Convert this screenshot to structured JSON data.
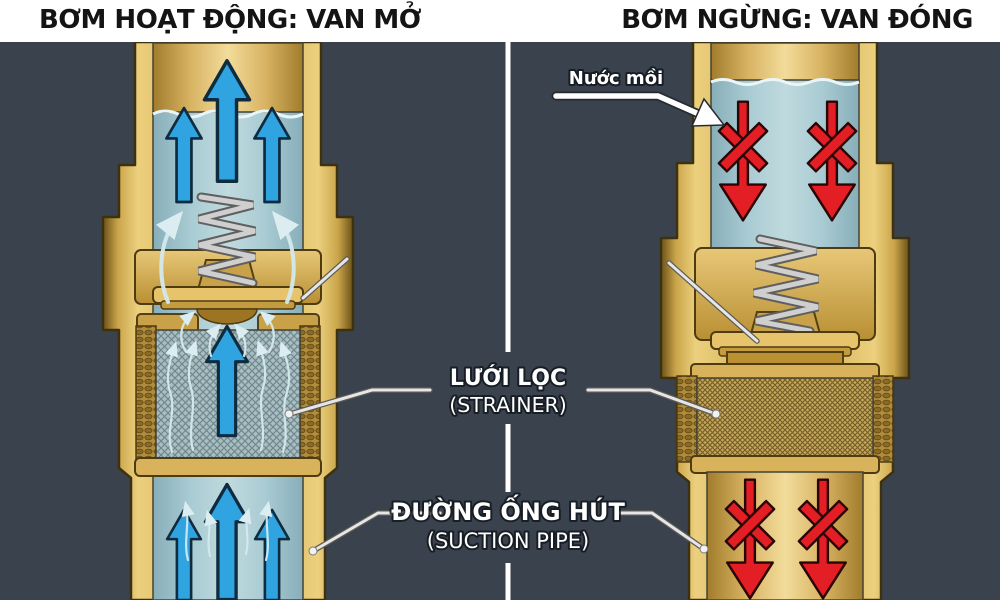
{
  "titles": {
    "left": "BƠM HOẠT ĐỘNG: VAN MỞ",
    "right": "BƠM NGỪNG: VAN ĐÓNG"
  },
  "labels": {
    "priming_water": "Nước mồi",
    "strainer_vi": "LƯỚI LỌC",
    "strainer_en": "(STRAINER)",
    "suction_pipe_vi": "ĐƯỜNG ỐNG HÚT",
    "suction_pipe_en": "(SUCTION PIPE)"
  },
  "colors": {
    "background": "#3a424e",
    "title_bar_bg": "#ffffff",
    "title_text": "#141414",
    "label_text": "#ffffff",
    "divider": "#ffffff",
    "brass_light": "#f0d488",
    "brass_mid": "#c89f43",
    "brass_dark": "#6b5118",
    "water": "#a9cbd3",
    "flow_open_arrow": "#2fa4e1",
    "flow_blocked_arrow": "#e41e25",
    "spring_metal": "#cfcfcf",
    "leader_line": "#e6e6e6"
  }
}
